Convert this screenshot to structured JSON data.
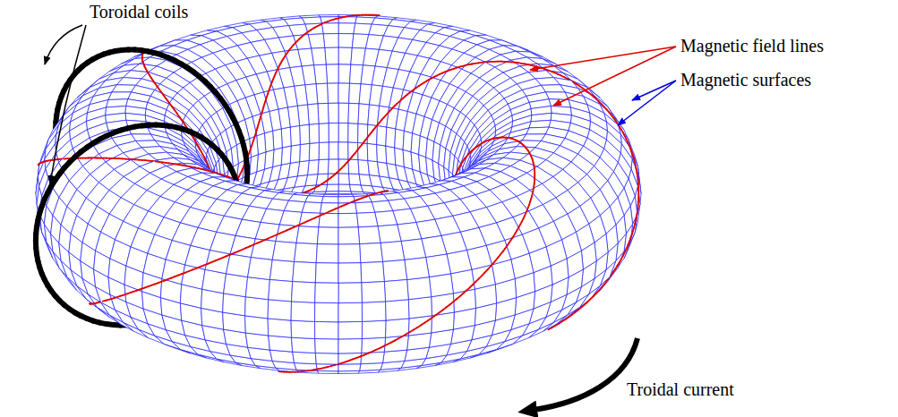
{
  "diagram": {
    "labels": [
      "Toroidal coils",
      "Magnetic field lines",
      "Magnetic surfaces",
      "Troidal current"
    ]
  }
}
